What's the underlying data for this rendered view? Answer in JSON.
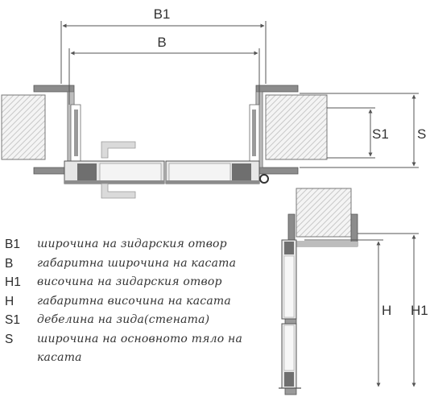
{
  "dimension_labels": {
    "b1": "B1",
    "b": "B",
    "s1": "S1",
    "s": "S",
    "h": "H",
    "h1": "H1"
  },
  "legend": [
    {
      "code": "B1",
      "text": "широчина на зидарския отвор"
    },
    {
      "code": "B",
      "text": "габаритна широчина на касата"
    },
    {
      "code": "H1",
      "text": "височина на зидарския отвор"
    },
    {
      "code": "H",
      "text": "габаритна височина на касата"
    },
    {
      "code": "S1",
      "text": "дебелина на зида(стената)"
    },
    {
      "code": "S",
      "text": "широчина на основното тяло на касата"
    }
  ],
  "colors": {
    "line": "#555555",
    "frame_gray": "#8c8c8c",
    "wall_hatch": "#cfcfcf",
    "leaf_fill": "#e6e6e6"
  }
}
